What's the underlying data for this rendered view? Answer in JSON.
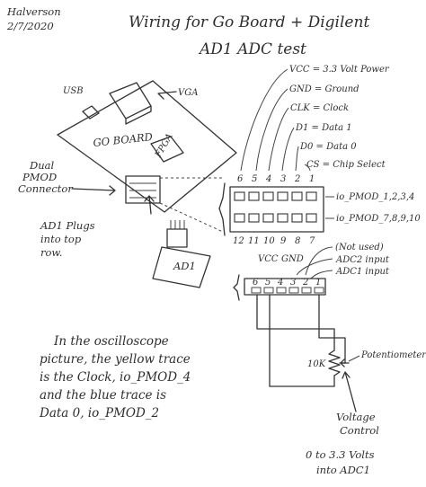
{
  "author": {
    "name": "Halverson",
    "date": "2/7/2020"
  },
  "title": {
    "line1": "Wiring for Go Board + Digilent",
    "line2": "AD1 ADC test"
  },
  "board": {
    "usb_label": "USB",
    "vga_label": "VGA",
    "board_label": "GO BOARD",
    "fpga_label": "FPGA",
    "pmod_label_lines": [
      "Dual",
      "PMOD",
      "Connector"
    ],
    "ad1_plug_lines": [
      "AD1 Plugs",
      "into top",
      "row."
    ],
    "ad1_label": "AD1"
  },
  "signals": [
    {
      "label": "VCC = 3.3 Volt Power"
    },
    {
      "label": "GND = Ground"
    },
    {
      "label": "CLK = Clock"
    },
    {
      "label": "D1 = Data 1"
    },
    {
      "label": "D0 = Data 0"
    },
    {
      "label": "CS = Chip Select"
    }
  ],
  "connector": {
    "top_pins": [
      "6",
      "5",
      "4",
      "3",
      "2",
      "1"
    ],
    "bottom_pins": [
      "12",
      "11",
      "10",
      "9",
      "8",
      "7"
    ],
    "top_row_label": "io_PMOD_1,2,3,4",
    "bottom_row_label": "io_PMOD_7,8,9,10"
  },
  "ad1_module": {
    "pins": [
      "6",
      "5",
      "4",
      "3",
      "2",
      "1"
    ],
    "vcc_label": "VCC",
    "gnd_label": "GND",
    "not_used_label": "(Not used)",
    "adc2_label": "ADC2 input",
    "adc1_label": "ADC1 input"
  },
  "pot": {
    "value_label": "10K",
    "name_label": "Potentiometer",
    "voltage_control_lines": [
      "Voltage",
      "Control"
    ],
    "range_lines": [
      "0 to 3.3 Volts",
      "into ADC1"
    ]
  },
  "note_lines": [
    "In the oscilloscope",
    "picture, the yellow trace",
    "is the Clock, io_PMOD_4",
    "and the blue trace is",
    "Data 0, io_PMOD_2"
  ]
}
